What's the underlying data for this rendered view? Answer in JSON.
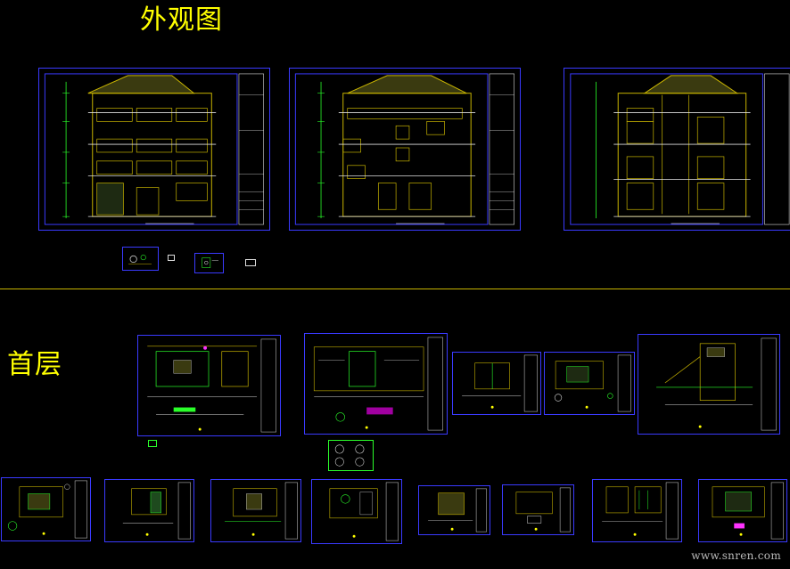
{
  "sections": {
    "exterior_title": "外观图",
    "ground_floor_title": "首层"
  },
  "colors": {
    "background": "#000000",
    "sheet_border": "#3a3aff",
    "heading": "#ffff00",
    "drawing_line": "#c8b400",
    "divider": "#c8b400"
  },
  "watermark": "www.snren.com"
}
